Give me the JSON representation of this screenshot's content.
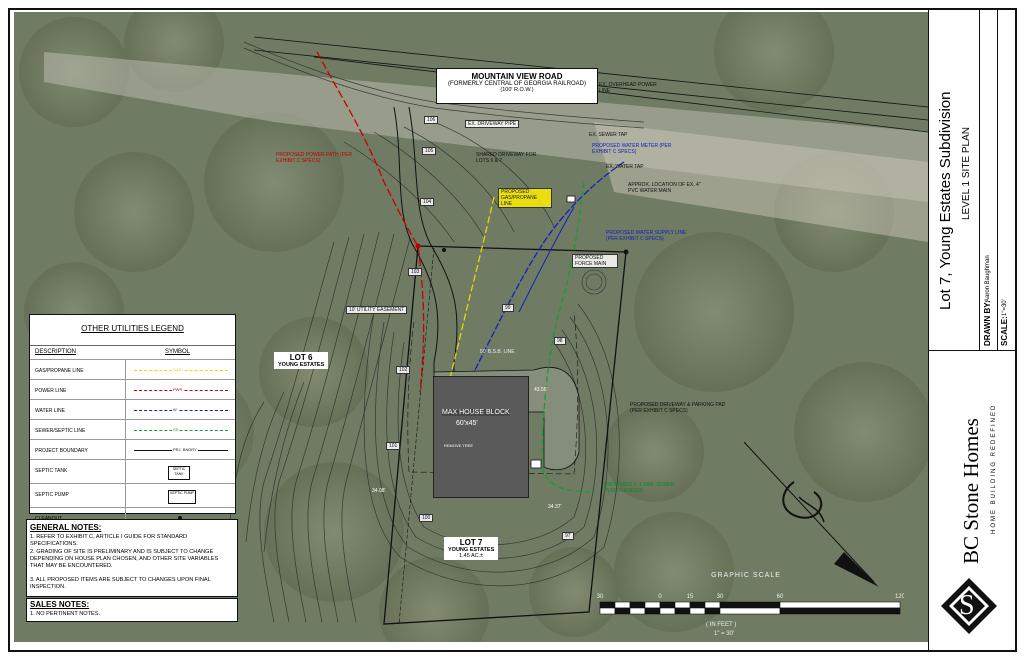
{
  "road": {
    "name": "MOUNTAIN VIEW ROAD",
    "former": "(FORMERLY CENTRAL OF GEORGIA RAILROAD)",
    "row": "(100' R.O.W.)"
  },
  "labels": {
    "overhead_power": "EX. OVERHEAD POWER LINE",
    "driveway_pipe": "EX. DRIVEWAY PIPE",
    "sewer_tap": "EX. SEWER TAP",
    "water_meter": "PROPOSED WATER METER (PER EXHIBIT C SPECS)",
    "water_tap": "EX. WATER TAP",
    "shared_driveway": "SHARED DRIVEWAY FOR LOTS 6 & 7",
    "power_path": "PROPOSED POWER PATH (PER EXHIBIT C SPECS)",
    "gas_line": "PROPOSED GAS/PROPANE LINE",
    "pvc_main": "APPROX. LOCATION OF EX. 4\" PVC WATER MAIN",
    "water_supply": "PROPOSED WATER SUPPLY LINE (PER EXHIBIT C SPECS)",
    "force_main": "PROPOSED FORCE MAIN",
    "utility_easement": "10' UTILITY EASEMENT",
    "setback": "50' B.S.B. LINE",
    "driveway_parking": "PROPOSED DRIVEWAY & PARKING PAD (PER EXHIBIT C SPECS)",
    "sewer_pump": "PROPOSED E-1 SAN. SEWER PUMP/GRINDER",
    "remove_tree": "REMOVE TREE",
    "dim_1": "43.56'",
    "dim_2": "34.08'",
    "dim_3": "34.37'"
  },
  "house": {
    "title": "MAX HOUSE BLOCK",
    "size": "60'x45'"
  },
  "lots": {
    "lot6": {
      "name": "LOT 6",
      "sub": "YOUNG ESTATES"
    },
    "lot7": {
      "name": "LOT 7",
      "sub": "YOUNG ESTATES",
      "area": "1.45 AC.±"
    }
  },
  "legend": {
    "title": "OTHER UTILITIES LEGEND",
    "col_desc": "DESCRIPTION",
    "col_sym": "SYMBOL",
    "rows": [
      {
        "desc": "GAS/PROPANE LINE",
        "mark": "GAS",
        "color": "#e8d800"
      },
      {
        "desc": "POWER LINE",
        "mark": "PWR",
        "color": "#cc0000"
      },
      {
        "desc": "WATER LINE",
        "mark": "W",
        "color": "#1020c0"
      },
      {
        "desc": "SEWER/SEPTIC LINE",
        "mark": "SS",
        "color": "#10a030"
      },
      {
        "desc": "PROJECT BOUNDARY",
        "mark": "PRJ. BNDRY",
        "color": "#111111"
      },
      {
        "desc": "SEPTIC TANK",
        "mark": "SEPTIC TANK",
        "color": "#111111"
      },
      {
        "desc": "SEPTIC PUMP",
        "mark": "SEPTIC PUMP",
        "color": "#111111"
      },
      {
        "desc": "CLEANOUT",
        "mark": "",
        "color": "#111111"
      }
    ]
  },
  "general_notes": {
    "heading": "GENERAL NOTES:",
    "items": [
      "1. REFER TO EXHIBIT C, ARTICLE I GUIDE FOR STANDARD SPECIFICATIONS.",
      "2. GRADING OF SITE IS PRELIMINARY AND IS SUBJECT TO CHANGE DEPENDING ON HOUSE PLAN CHOSEN, AND OTHER SITE VARIABLES THAT MAY BE ENCOUNTERED.",
      "3. ALL PROPOSED ITEMS ARE SUBJECT TO CHANGES UPON FINAL INSPECTION."
    ]
  },
  "sales_notes": {
    "heading": "SALES NOTES:",
    "items": [
      "1. NO PERTINENT NOTES."
    ]
  },
  "graphic_scale": {
    "title": "GRAPHIC SCALE",
    "ticks": [
      "30",
      "0",
      "15",
      "30",
      "60",
      "120"
    ],
    "tick_values": [
      -30,
      0,
      15,
      30,
      60,
      120
    ],
    "unit": "( IN FEET )",
    "ratio": "1\" = 30'"
  },
  "title_block": {
    "project": "Lot 7, Young Estates Subdivision",
    "sheet": "LEVEL 1 SITE PLAN",
    "drawn_by_label": "DRAWN BY:",
    "drawn_by": "Aaron Baughman",
    "scale_label": "SCALE:",
    "scale": "1\"=30'",
    "company": "BC Stone Homes",
    "tagline": "HOME BUILDING REDEFINED",
    "logo_letter": "S"
  },
  "contours": [
    "106",
    "105",
    "104",
    "103",
    "102",
    "101",
    "100",
    "99",
    "98",
    "97"
  ]
}
